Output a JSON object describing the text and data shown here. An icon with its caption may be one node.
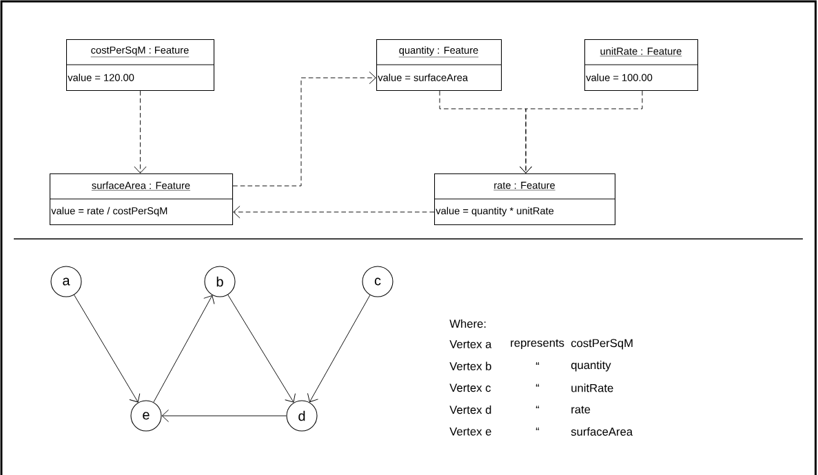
{
  "diagram": {
    "nodes": [
      {
        "text": [
          "costPerSqM : Feature",
          "value = 120.00"
        ]
      },
      {
        "text": [
          "quantity : Feature",
          "value = surfaceArea"
        ]
      },
      {
        "text": [
          "unitRate : Feature",
          "value = 100.00"
        ]
      },
      {
        "text": [
          "surfaceArea : Feature",
          "value = rate / costPerSqM"
        ]
      },
      {
        "text": [
          "rate : Feature",
          "value = quantity * unitRate"
        ]
      },
      {
        "text": [
          "a"
        ]
      },
      {
        "text": [
          "b"
        ]
      },
      {
        "text": [
          "c"
        ]
      },
      {
        "text": [
          "d"
        ]
      },
      {
        "text": [
          "e"
        ]
      }
    ],
    "edges": [
      {
        "from": 0,
        "to": 3,
        "arrow": "to",
        "style": "dashed"
      },
      {
        "from": 3,
        "to": 1,
        "arrow": "to",
        "style": "dashed"
      },
      {
        "from": 1,
        "to": 4,
        "arrow": "to",
        "style": "dashed"
      },
      {
        "from": 2,
        "to": 4,
        "arrow": "to",
        "style": "dashed"
      },
      {
        "from": 4,
        "to": 3,
        "arrow": "to",
        "style": "dashed"
      },
      {
        "from": 5,
        "to": 9,
        "arrow": "to"
      },
      {
        "from": 9,
        "to": 6,
        "arrow": "to"
      },
      {
        "from": 6,
        "to": 8,
        "arrow": "to"
      },
      {
        "from": 7,
        "to": 8,
        "arrow": "to"
      },
      {
        "from": 8,
        "to": 9,
        "arrow": "to"
      }
    ],
    "labels": [
      "Where:",
      "Vertex a",
      "represents",
      "costPerSqM",
      "Vertex b",
      "“",
      "quantity",
      "Vertex c",
      "“",
      "unitRate",
      "Vertex d",
      "“",
      "rate",
      "Vertex e",
      "“",
      "surfaceArea"
    ]
  }
}
